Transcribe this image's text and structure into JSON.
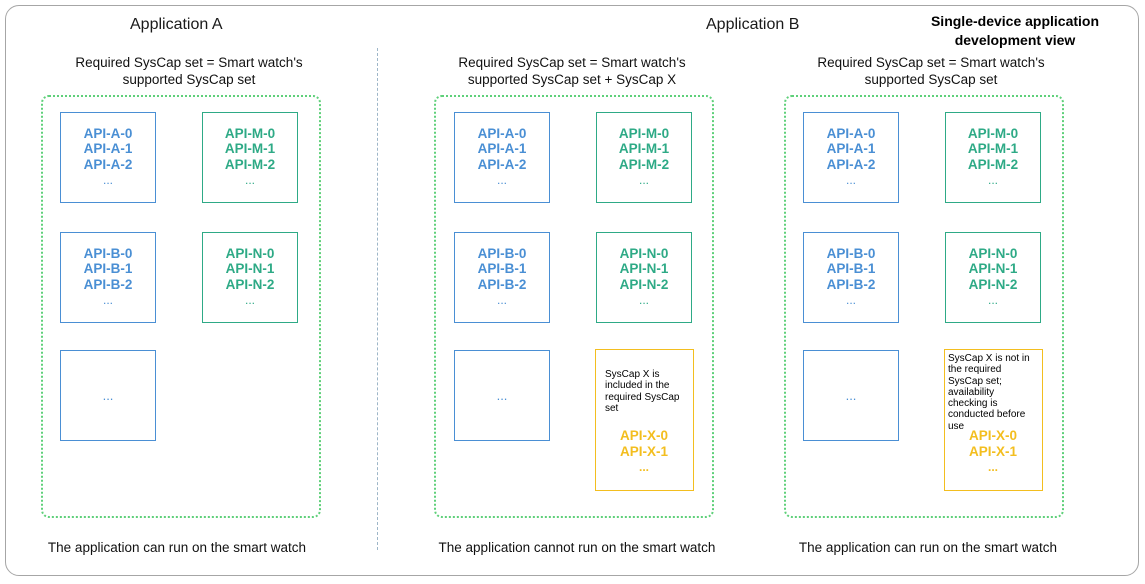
{
  "diagram": {
    "view_title": "Single-device application development view",
    "apps": [
      {
        "title": "Application A",
        "required_line1": "Required SysCap set = Smart watch's",
        "required_line2": "supported SysCap set",
        "outcome": "The application can run on the smart watch",
        "boxes": {
          "a": [
            "API-A-0",
            "API-A-1",
            "API-A-2",
            "..."
          ],
          "m": [
            "API-M-0",
            "API-M-1",
            "API-M-2",
            "..."
          ],
          "b": [
            "API-B-0",
            "API-B-1",
            "API-B-2",
            "..."
          ],
          "n": [
            "API-N-0",
            "API-N-1",
            "API-N-2",
            "..."
          ],
          "more": "..."
        }
      },
      {
        "title": "Application B",
        "required_line1": "Required SysCap set = Smart watch's",
        "required_line2": "supported SysCap set + SysCap X",
        "outcome": "The application cannot run on the smart watch",
        "boxes": {
          "a": [
            "API-A-0",
            "API-A-1",
            "API-A-2",
            "..."
          ],
          "m": [
            "API-M-0",
            "API-M-1",
            "API-M-2",
            "..."
          ],
          "b": [
            "API-B-0",
            "API-B-1",
            "API-B-2",
            "..."
          ],
          "n": [
            "API-N-0",
            "API-N-1",
            "API-N-2",
            "..."
          ],
          "more": "...",
          "x_note": [
            "SysCap X is",
            "included in the",
            "required SysCap",
            "set"
          ],
          "x": [
            "API-X-0",
            "API-X-1",
            "..."
          ]
        }
      },
      {
        "title": "",
        "required_line1": "Required SysCap set = Smart watch's",
        "required_line2": "supported SysCap set",
        "outcome": "The application can run on the smart watch",
        "boxes": {
          "a": [
            "API-A-0",
            "API-A-1",
            "API-A-2",
            "..."
          ],
          "m": [
            "API-M-0",
            "API-M-1",
            "API-M-2",
            "..."
          ],
          "b": [
            "API-B-0",
            "API-B-1",
            "API-B-2",
            "..."
          ],
          "n": [
            "API-N-0",
            "API-N-1",
            "API-N-2",
            "..."
          ],
          "more": "...",
          "x_note": [
            "SysCap X is not in",
            "the required",
            "SysCap set;",
            "availability",
            "checking is",
            "conducted before",
            "use"
          ],
          "x": [
            "API-X-0",
            "API-X-1",
            "..."
          ]
        }
      }
    ],
    "colors": {
      "blue": "#4a8fd4",
      "green": "#2eaa86",
      "yellow": "#f3be1f",
      "container_border": "#5fd07a"
    }
  }
}
